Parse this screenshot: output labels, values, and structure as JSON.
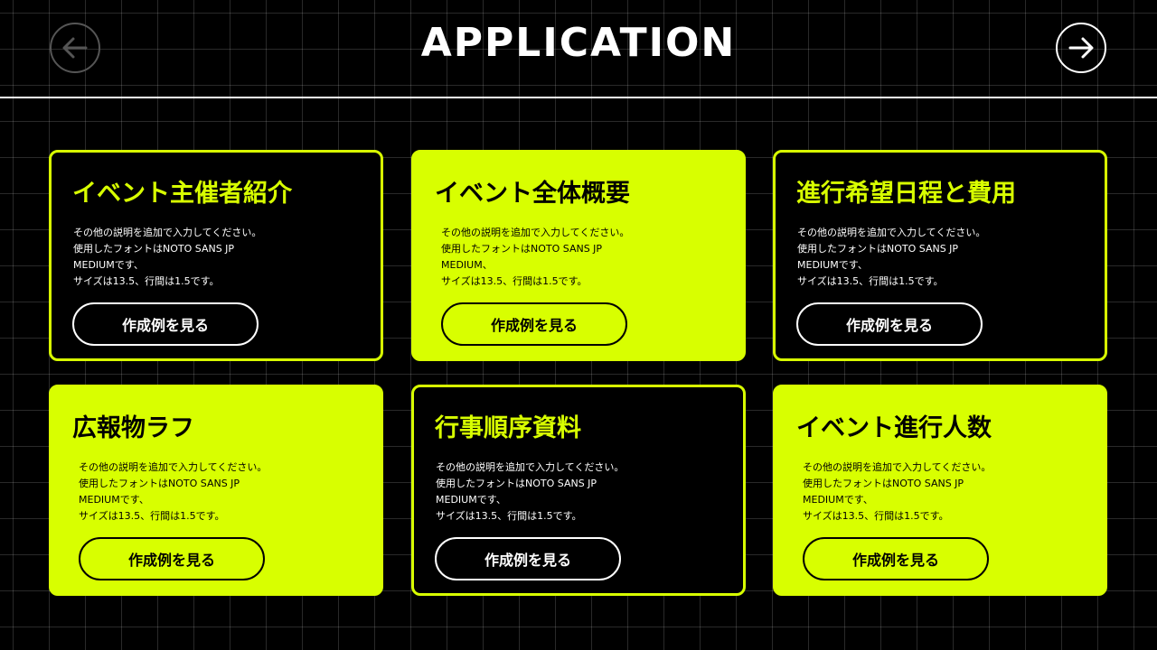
{
  "header": {
    "title": "APPLICATION",
    "prev_icon": "arrow-left-icon",
    "next_icon": "arrow-right-icon"
  },
  "colors": {
    "accent": "#d8ff00",
    "background": "#000000",
    "text": "#ffffff"
  },
  "cards": [
    {
      "title": "イベント主催者紹介",
      "desc": [
        "その他の説明を追加で入力してください。",
        "使用したフォントはNOTO SANS JP",
        "MEDIUMです、",
        "サイズは13.5、行間は1.5です。"
      ],
      "button": "作成例を見る",
      "style": "dark"
    },
    {
      "title": "イベント全体概要",
      "desc": [
        "その他の説明を追加で入力してください。",
        "使用したフォントはNOTO SANS JP",
        "MEDIUM、",
        "サイズは13.5、行間は1.5です。"
      ],
      "button": "作成例を見る",
      "style": "lime"
    },
    {
      "title": "進行希望日程と費用",
      "desc": [
        "その他の説明を追加で入力してください。",
        "使用したフォントはNOTO SANS JP",
        "MEDIUMです、",
        "サイズは13.5、行間は1.5です。"
      ],
      "button": "作成例を見る",
      "style": "dark"
    },
    {
      "title": "広報物ラフ",
      "desc": [
        "その他の説明を追加で入力してください。",
        "使用したフォントはNOTO SANS JP",
        "MEDIUMです、",
        "サイズは13.5、行間は1.5です。"
      ],
      "button": "作成例を見る",
      "style": "lime"
    },
    {
      "title": "行事順序資料",
      "desc": [
        "その他の説明を追加で入力してください。",
        "使用したフォントはNOTO SANS JP",
        "MEDIUMです、",
        "サイズは13.5、行間は1.5です。"
      ],
      "button": "作成例を見る",
      "style": "dark"
    },
    {
      "title": "イベント進行人数",
      "desc": [
        "その他の説明を追加で入力してください。",
        "使用したフォントはNOTO SANS JP",
        "MEDIUMです、",
        "サイズは13.5、行間は1.5です。"
      ],
      "button": "作成例を見る",
      "style": "lime"
    }
  ]
}
